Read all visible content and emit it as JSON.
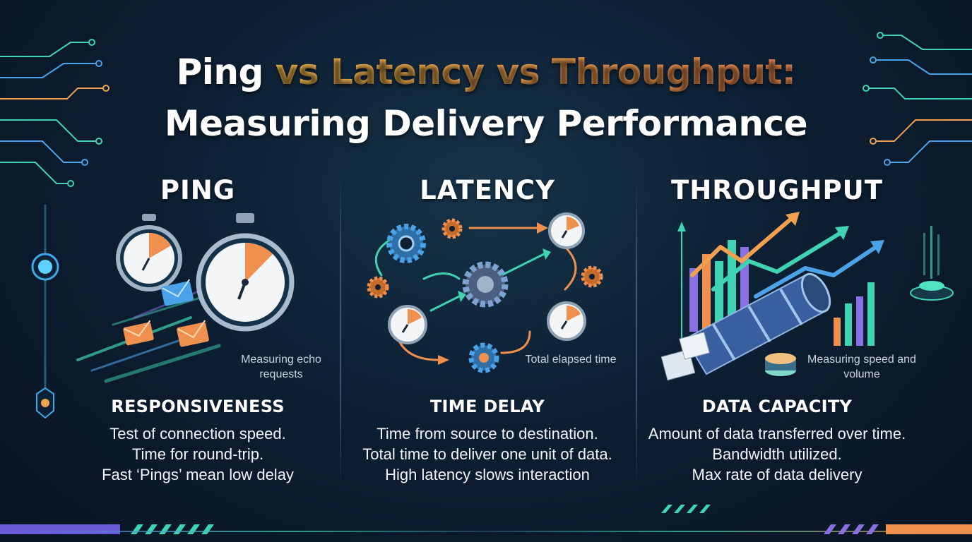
{
  "title": {
    "line1_lead": "Ping",
    "line1_accent": "vs Latency vs Throughput:",
    "line2": "Measuring Delivery Performance"
  },
  "columns": [
    {
      "heading": "PING",
      "caption": "Measuring echo requests",
      "subheading": "RESPONSIVENESS",
      "lines": [
        "Test of connection speed.",
        "Time for round-trip.",
        "Fast ‘Pings’ mean low delay"
      ]
    },
    {
      "heading": "LATENCY",
      "caption": "Total elapsed time",
      "subheading": "TIME DELAY",
      "lines": [
        "Time from source to destination.",
        "Total time to deliver one unit of data.",
        "High latency slows interaction"
      ]
    },
    {
      "heading": "THROUGHPUT",
      "caption": "Measuring speed and volume",
      "subheading": "DATA CAPACITY",
      "lines": [
        "Amount of data transferred over time.",
        "Bandwidth utilized.",
        "Max rate of data delivery"
      ]
    }
  ],
  "colors": {
    "accent_orange": "#f0a04e",
    "accent_teal": "#3fd3b4",
    "accent_blue": "#4aa3e8",
    "accent_purple": "#8a6fe0",
    "background": "#0d1f33"
  },
  "icons": [
    "stopwatch-icon",
    "envelope-icon",
    "gear-icon",
    "clock-icon",
    "arrow-icon",
    "bar-chart-icon",
    "data-pipe-icon",
    "circuit-icon"
  ]
}
